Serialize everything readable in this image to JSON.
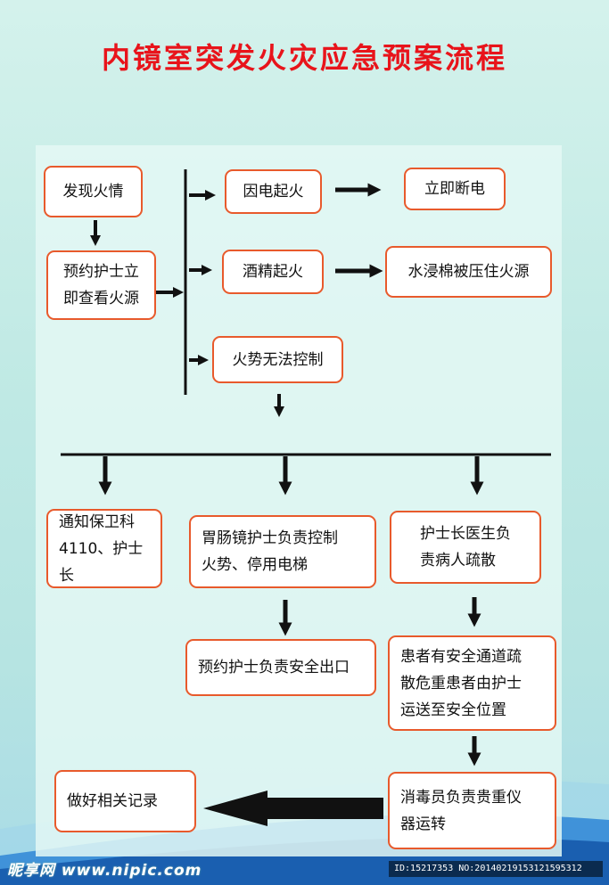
{
  "title": "内镜室突发火灾应急预案流程",
  "nodes": {
    "discover": "发现火情",
    "check": "预约护士立\n即查看火源",
    "electric": "因电起火",
    "cut_power": "立即断电",
    "alcohol": "酒精起火",
    "wet_cotton": "水浸棉被压住火源",
    "uncontrolled": "火势无法控制",
    "notify": "通知保卫科\n4110、护士长",
    "control": "胃肠镜护士负责控制\n火势、停用电梯",
    "evacuate": "护士长医生负\n责病人疏散",
    "exit": "预约护士负责安全出口",
    "transport": "患者有安全通道疏\n散危重患者由护士\n运送至安全位置",
    "disinfect": "消毒员负责贵重仪\n器运转",
    "record": "做好相关记录"
  },
  "watermark": {
    "left": "昵享网 www.nipic.com",
    "right": "ID:15217353 NO:20140219153121595312"
  },
  "colors": {
    "title": "#e8141b",
    "box_border": "#e85a2c",
    "arrow": "#111111"
  }
}
